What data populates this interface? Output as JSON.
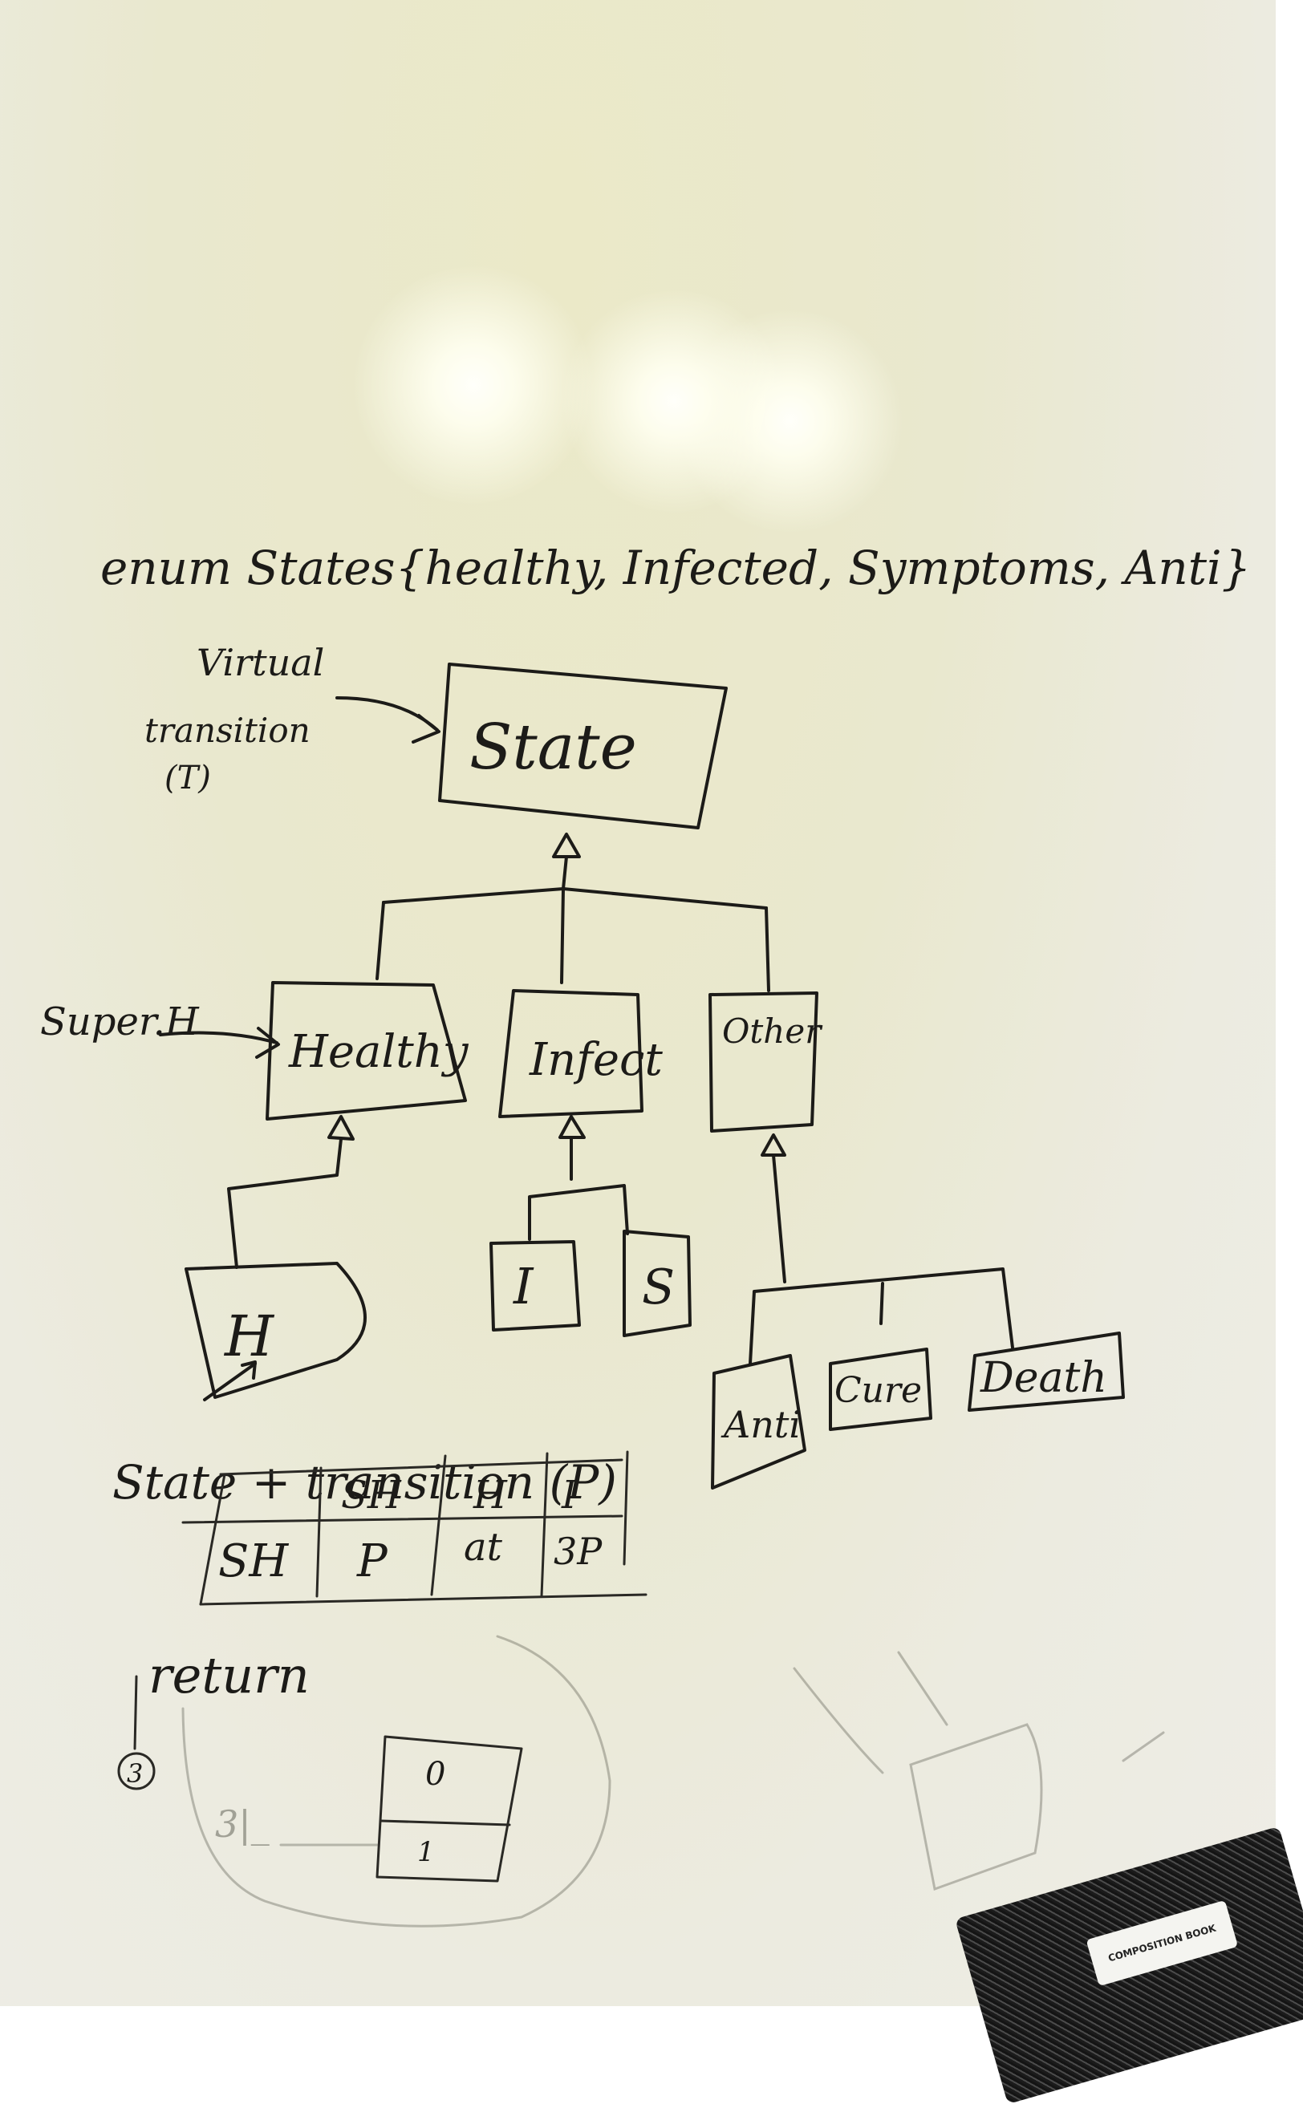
{
  "enum_line": "enum States{healthy, Infected, Symptoms, Anti}",
  "annotations": {
    "virtual_transition": [
      "Virtual",
      "transition",
      "(T)"
    ],
    "super": "Super.H",
    "state_transition": "State + transition (P)",
    "return": "return",
    "circled_number": "3"
  },
  "classes": {
    "state": "State",
    "healthy": "Healthy",
    "infect": "Infect",
    "other": "Other",
    "h": "H",
    "i": "I",
    "s": "S",
    "anti": "Anti",
    "cure": "Cure",
    "death": "Death"
  },
  "table": {
    "header": [
      "",
      "SH",
      "H",
      "I"
    ],
    "row": [
      "SH",
      "P",
      "at",
      "3P"
    ]
  },
  "lower_sketch": {
    "cell_top": "0",
    "cell_bottom": "1",
    "left_mark": "3|_"
  },
  "notebook_label": "COMPOSITION BOOK"
}
